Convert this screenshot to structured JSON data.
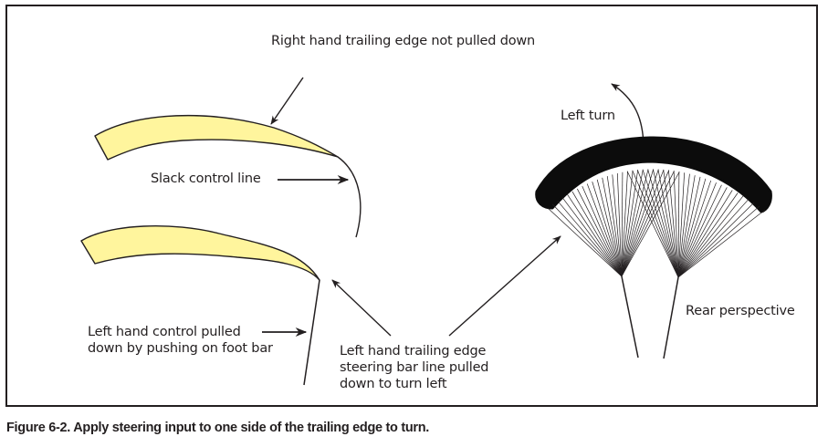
{
  "figure": {
    "caption": "Figure 6-2. Apply steering input to one side of the trailing edge to turn.",
    "colors": {
      "airfoil_fill": "#fff59d",
      "line": "#231f20",
      "canopy": "#0c0c0c"
    }
  },
  "labels": {
    "right_trailing_edge": "Right hand trailing edge not pulled down",
    "slack_control_line": "Slack control line",
    "left_hand_control_line1": "Left hand control pulled",
    "left_hand_control_line2": "down by pushing on foot bar",
    "left_trailing_edge_line1": "Left hand trailing edge",
    "left_trailing_edge_line2": "steering bar line pulled",
    "left_trailing_edge_line3": "down to turn left",
    "left_turn": "Left turn",
    "rear_perspective": "Rear perspective"
  }
}
